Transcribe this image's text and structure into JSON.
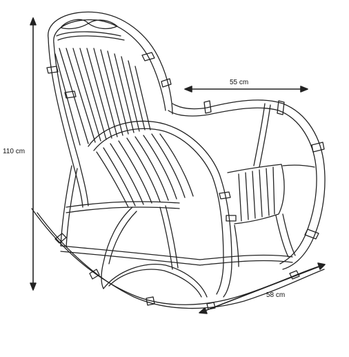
{
  "dimensions": {
    "height": "110 cm",
    "width": "55 cm",
    "depth": "58 cm"
  },
  "colors": {
    "line": "#222222",
    "background": "#ffffff"
  },
  "icons": {
    "product": "rocking-chair-line-drawing"
  }
}
